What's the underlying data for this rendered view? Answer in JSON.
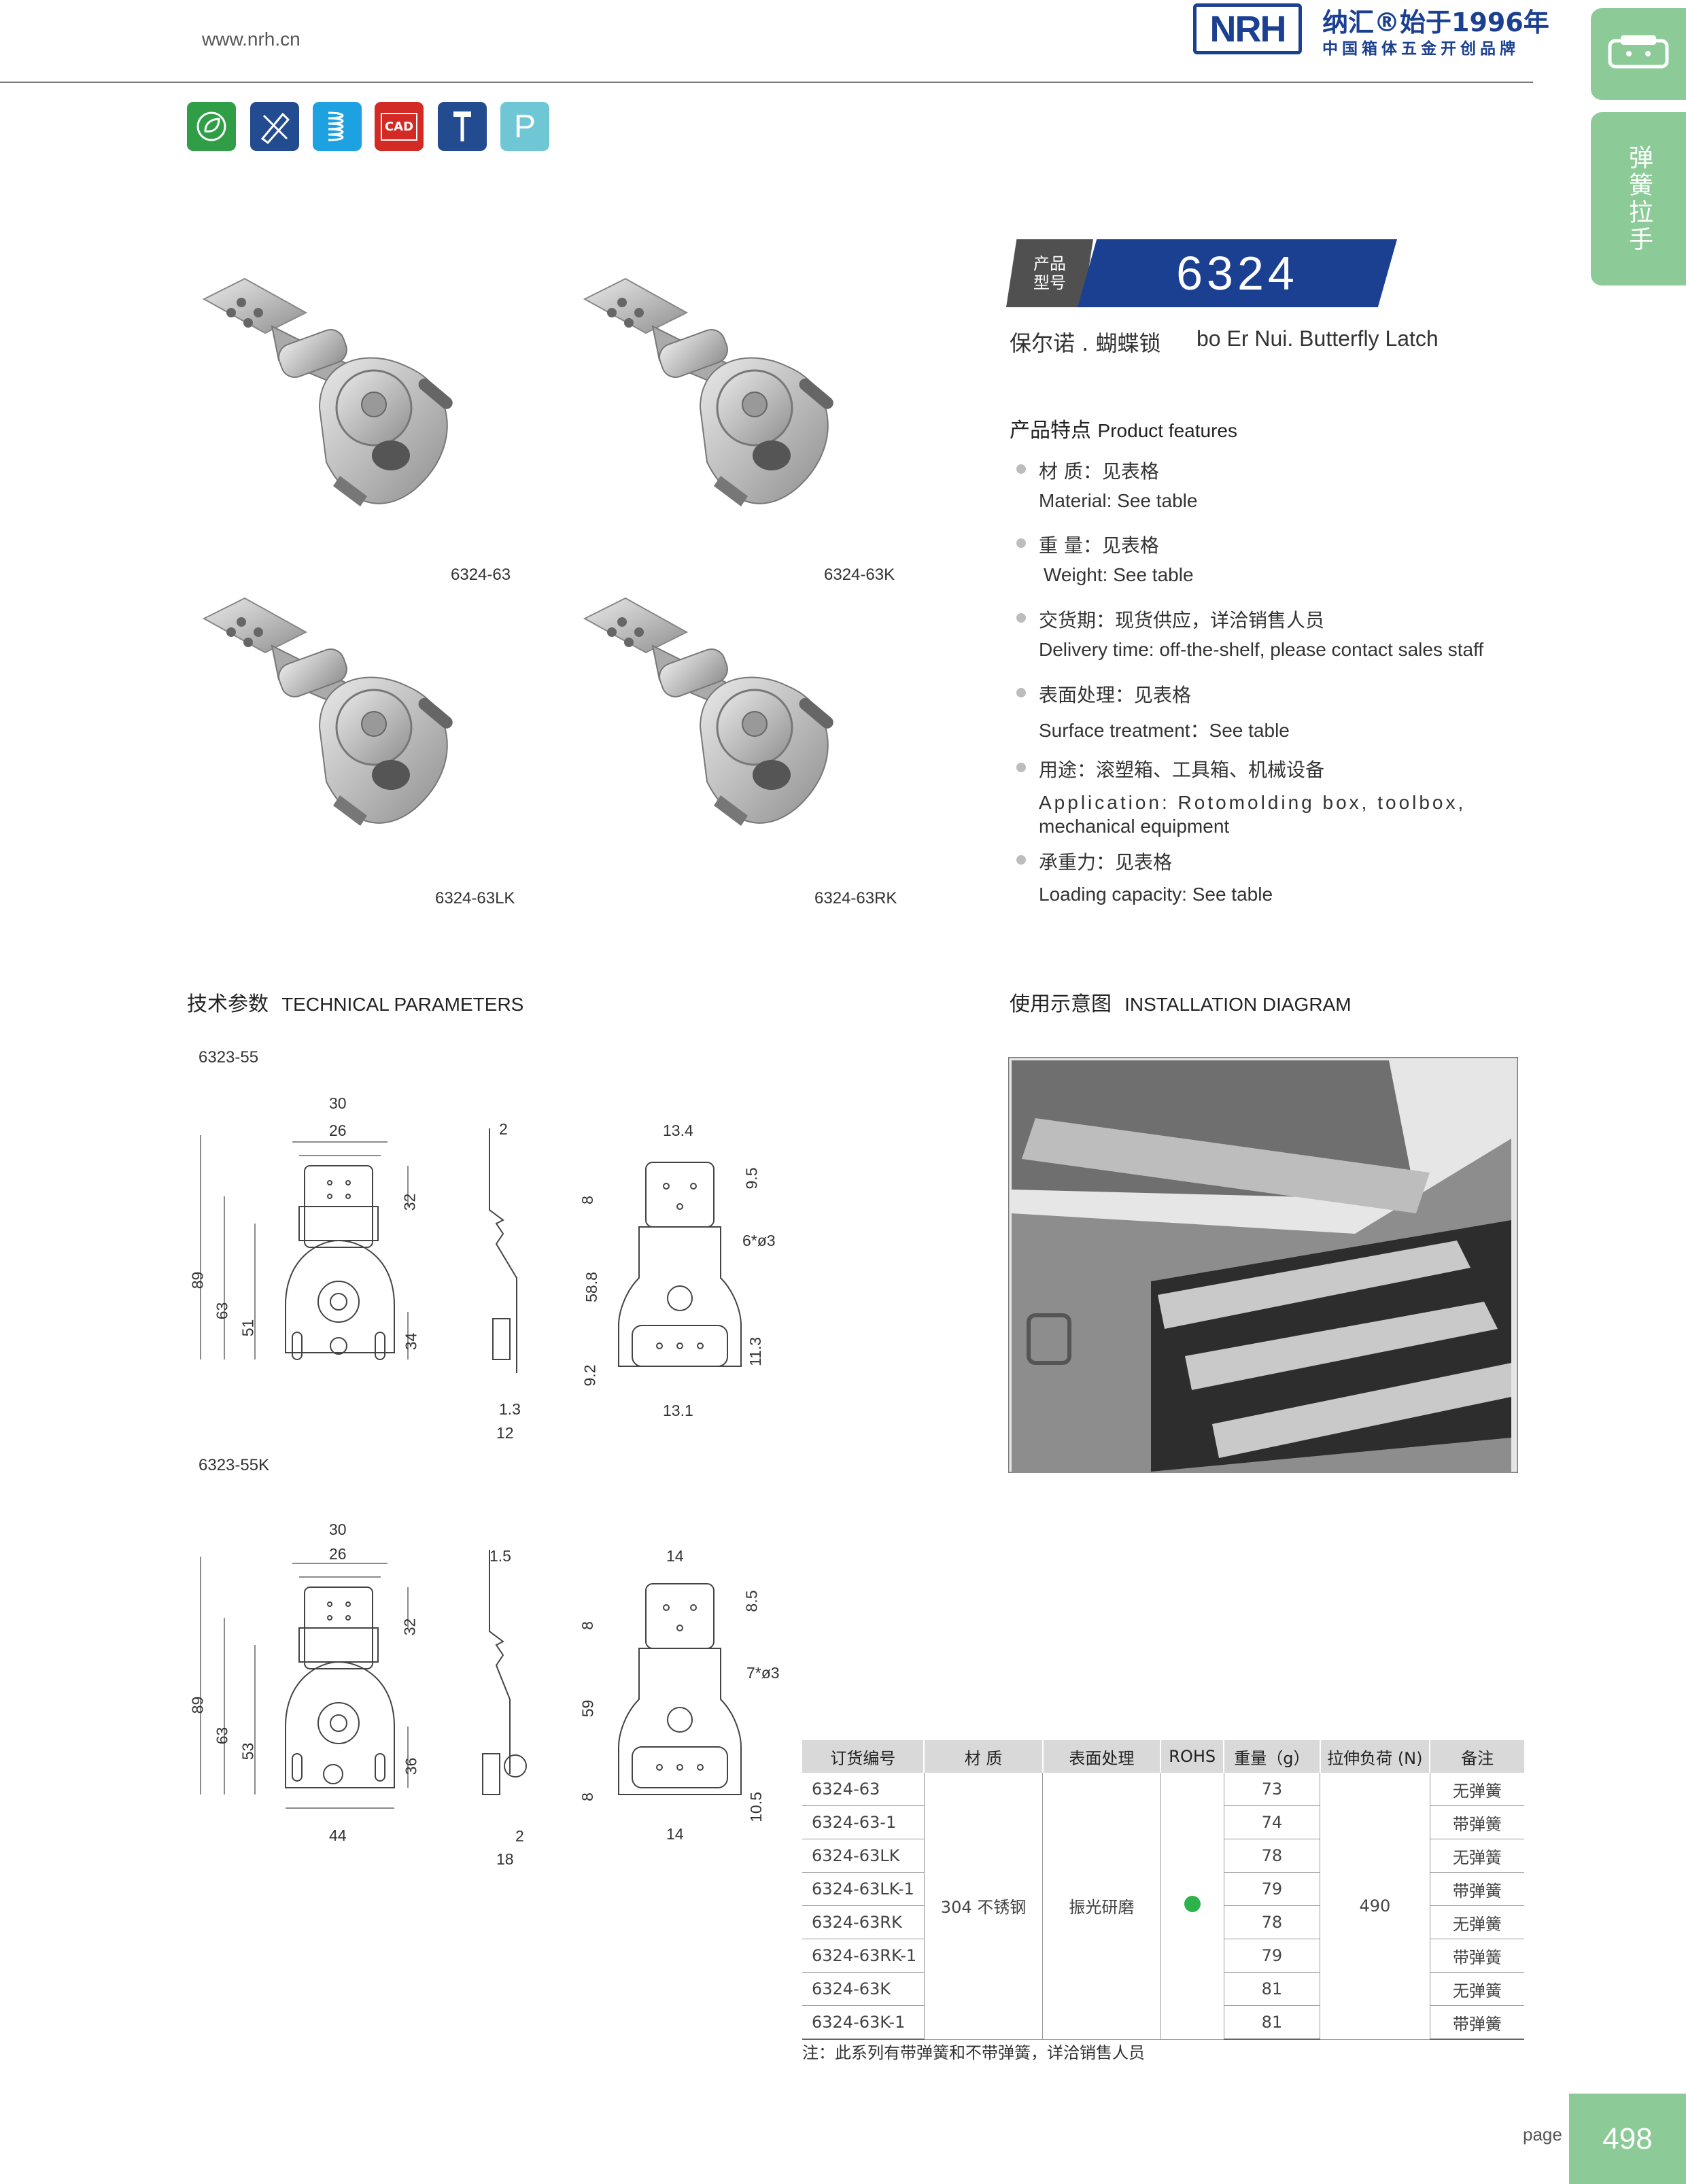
{
  "header": {
    "url": "www.nrh.cn",
    "logo": "NRH",
    "brand_line1": "纳汇®始于1996年",
    "brand_line2": "中国箱体五金开创品牌",
    "side_tab": "弹簧拉手"
  },
  "icons": [
    "leaf-icon",
    "pencil-ruler-icon",
    "spring-icon",
    "cad-icon",
    "screw-icon",
    "p-icon"
  ],
  "icon_labels": {
    "cad": "CAD",
    "p": "P"
  },
  "product": {
    "model_label_1": "产品",
    "model_label_2": "型号",
    "model": "6324",
    "name_cn": "保尔诺 . 蝴蝶锁",
    "name_en": "bo Er Nui. Butterfly Latch"
  },
  "photos": [
    "6324-63",
    "6324-63K",
    "6324-63LK",
    "6324-63RK"
  ],
  "features": {
    "title_cn": "产品特点",
    "title_en": "Product features",
    "items": [
      {
        "cn": "材  质：见表格",
        "en": "Material: See table"
      },
      {
        "cn": "重  量：见表格",
        "en": "Weight: See table"
      },
      {
        "cn": "交货期：现货供应，详洽销售人员",
        "en": "Delivery time: off-the-shelf, please contact sales staff"
      },
      {
        "cn": "表面处理：见表格",
        "en": "Surface treatment：See table"
      },
      {
        "cn": "用途：滚塑箱、工具箱、机械设备",
        "en": "Application: Rotomolding box, toolbox,",
        "en2": "mechanical equipment"
      },
      {
        "cn": "承重力：见表格",
        "en": "Loading capacity: See table"
      }
    ]
  },
  "tech": {
    "title_cn": "技术参数",
    "title_en": "TECHNICAL PARAMETERS",
    "drawing1": {
      "label": "6323-55",
      "front": {
        "w_outer": "30",
        "w_inner": "26",
        "h_top": "32",
        "h_total": "89",
        "h_63": "63",
        "h_51": "51",
        "h_34": "34"
      },
      "side": {
        "t": "2",
        "t2": "1.3",
        "w": "12"
      },
      "back": {
        "w_top": "13.4",
        "h_95": "9.5",
        "h_8": "8",
        "holes": "6*ø3",
        "h_588": "58.8",
        "h_113": "11.3",
        "h_92": "9.2",
        "w_bot": "13.1"
      }
    },
    "drawing2": {
      "label": "6323-55K",
      "front": {
        "w_outer": "30",
        "w_inner": "26",
        "h_top": "32",
        "h_total": "89",
        "h_63": "63",
        "h_53": "53",
        "h_36": "36",
        "w_bot": "44"
      },
      "side": {
        "t": "1.5",
        "t2": "2",
        "w": "18"
      },
      "back": {
        "w_top": "14",
        "h_85": "8.5",
        "h_8": "8",
        "holes": "7*ø3",
        "h_59": "59",
        "h_8b": "8",
        "h_105": "10.5",
        "w_bot": "14"
      }
    }
  },
  "install": {
    "title_cn": "使用示意图",
    "title_en": "INSTALLATION DIAGRAM"
  },
  "table": {
    "headers": [
      "订货编号",
      "材  质",
      "表面处理",
      "ROHS",
      "重量（g）",
      "拉伸负荷 (N)",
      "备注"
    ],
    "material": "304 不锈钢",
    "surface": "振光研磨",
    "rohs_color": "#2db34a",
    "load": "490",
    "rows": [
      {
        "code": "6324-63",
        "weight": "73",
        "note": "无弹簧"
      },
      {
        "code": "6324-63-1",
        "weight": "74",
        "note": "带弹簧"
      },
      {
        "code": "6324-63LK",
        "weight": "78",
        "note": "无弹簧"
      },
      {
        "code": "6324-63LK-1",
        "weight": "79",
        "note": "带弹簧"
      },
      {
        "code": "6324-63RK",
        "weight": "78",
        "note": "无弹簧"
      },
      {
        "code": "6324-63RK-1",
        "weight": "79",
        "note": "带弹簧"
      },
      {
        "code": "6324-63K",
        "weight": "81",
        "note": "无弹簧"
      },
      {
        "code": "6324-63K-1",
        "weight": "81",
        "note": "带弹簧"
      }
    ],
    "note": "注：此系列有带弹簧和不带弹簧，详洽销售人员"
  },
  "page": {
    "label": "page",
    "number": "498"
  }
}
